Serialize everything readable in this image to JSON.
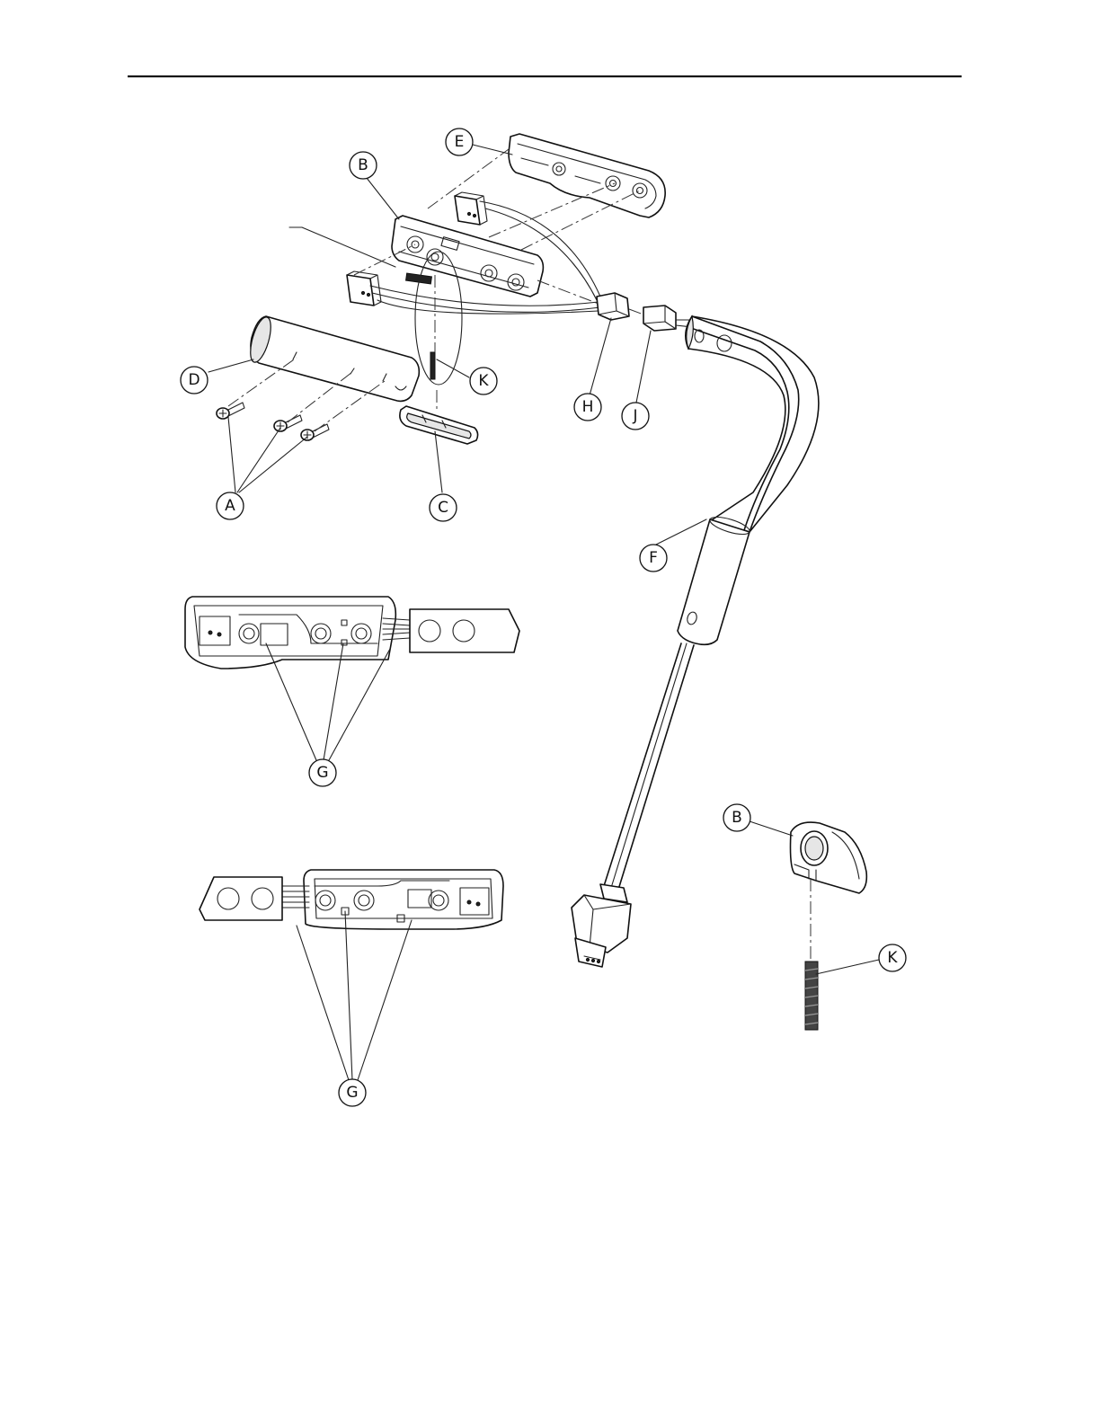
{
  "callouts": {
    "A": "A",
    "B": "B",
    "C": "C",
    "D": "D",
    "E": "E",
    "F": "F",
    "G": "G",
    "H": "H",
    "J": "J",
    "K": "K"
  },
  "colors": {
    "line": "#111111",
    "background": "#ffffff",
    "shade": "#e6e6e6"
  }
}
